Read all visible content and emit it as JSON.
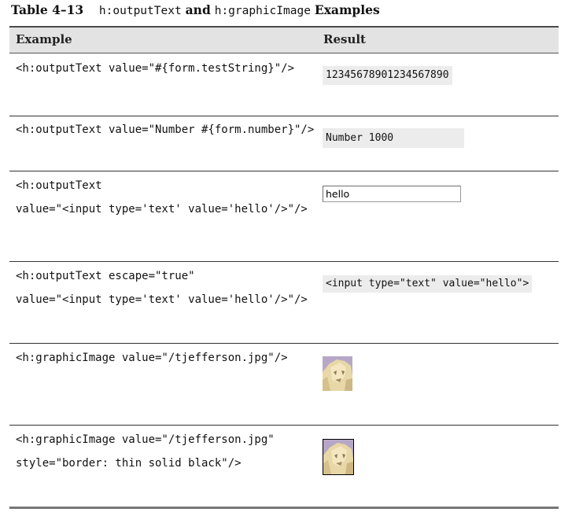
{
  "table": {
    "label": "Table 4–13",
    "title_code1": "h:outputText",
    "title_and": "and",
    "title_code2": "h:graphicImage",
    "title_suffix": "Examples",
    "col_example": "Example",
    "col_result": "Result"
  },
  "rows": [
    {
      "example_line1": "<h:outputText value=\"#{form.testString}\"/>",
      "result_text": "12345678901234567890"
    },
    {
      "example_line1": "<h:outputText value=\"Number #{form.number}\"/>",
      "result_text": "Number 1000"
    },
    {
      "example_line1": "<h:outputText",
      "example_line2": "value=\"<input type='text' value='hello'/>\"/>",
      "result_input_value": "hello"
    },
    {
      "example_line1": "<h:outputText escape=\"true\"",
      "example_line2": "value=\"<input type='text' value='hello'/>\"/>",
      "result_text": "<input type=\"text\" value=\"hello\">"
    },
    {
      "example_line1": "<h:graphicImage value=\"/tjefferson.jpg\"/>",
      "result_image": "jefferson-portrait-thumbnail"
    },
    {
      "example_line1": "<h:graphicImage value=\"/tjefferson.jpg\"",
      "example_line2": "style=\"border: thin solid black\"/>",
      "result_image": "jefferson-portrait-thumbnail-bordered"
    }
  ]
}
